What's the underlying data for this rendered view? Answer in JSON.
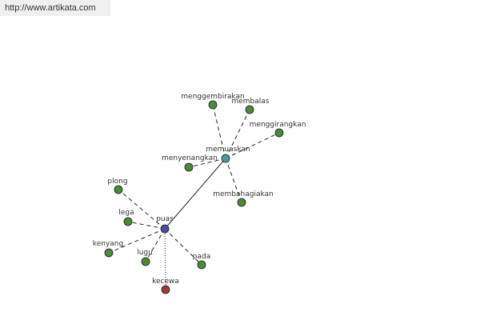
{
  "watermark": "http://www.artikata.com",
  "colors": {
    "word": "#4a8a3a",
    "connector": "#4a9aa0",
    "root": "#4a4a9a",
    "antonym": "#9a3a3a",
    "edge": "#222222"
  },
  "nodes": [
    {
      "id": "puas",
      "label": "puas",
      "kind": "root"
    },
    {
      "id": "memuaskan",
      "label": "memuaskan",
      "kind": "connector"
    },
    {
      "id": "menggembirakan",
      "label": "menggembirakan",
      "kind": "word"
    },
    {
      "id": "membalas",
      "label": "membalas",
      "kind": "word"
    },
    {
      "id": "menggirangkan",
      "label": "menggirangkan",
      "kind": "word"
    },
    {
      "id": "menyenangkan",
      "label": "menyenangkan",
      "kind": "word"
    },
    {
      "id": "membahagiakan",
      "label": "membahagiakan",
      "kind": "word"
    },
    {
      "id": "plong",
      "label": "plong",
      "kind": "word"
    },
    {
      "id": "lega",
      "label": "lega",
      "kind": "word"
    },
    {
      "id": "kenyang",
      "label": "kenyang",
      "kind": "word"
    },
    {
      "id": "lugu",
      "label": "lugu",
      "kind": "word"
    },
    {
      "id": "pada",
      "label": "pada",
      "kind": "word"
    },
    {
      "id": "kecewa",
      "label": "kecewa",
      "kind": "antonym"
    }
  ],
  "edges": [
    {
      "from": "puas",
      "to": "memuaskan",
      "style": "solid"
    },
    {
      "from": "memuaskan",
      "to": "menggembirakan",
      "style": "dashed"
    },
    {
      "from": "memuaskan",
      "to": "membalas",
      "style": "dashed"
    },
    {
      "from": "memuaskan",
      "to": "menggirangkan",
      "style": "dashed"
    },
    {
      "from": "memuaskan",
      "to": "menyenangkan",
      "style": "dashed"
    },
    {
      "from": "memuaskan",
      "to": "membahagiakan",
      "style": "dashed"
    },
    {
      "from": "puas",
      "to": "plong",
      "style": "dashed"
    },
    {
      "from": "puas",
      "to": "lega",
      "style": "dashed"
    },
    {
      "from": "puas",
      "to": "kenyang",
      "style": "dashed"
    },
    {
      "from": "puas",
      "to": "lugu",
      "style": "dashed"
    },
    {
      "from": "puas",
      "to": "pada",
      "style": "dashed"
    },
    {
      "from": "puas",
      "to": "kecewa",
      "style": "dotted"
    }
  ]
}
